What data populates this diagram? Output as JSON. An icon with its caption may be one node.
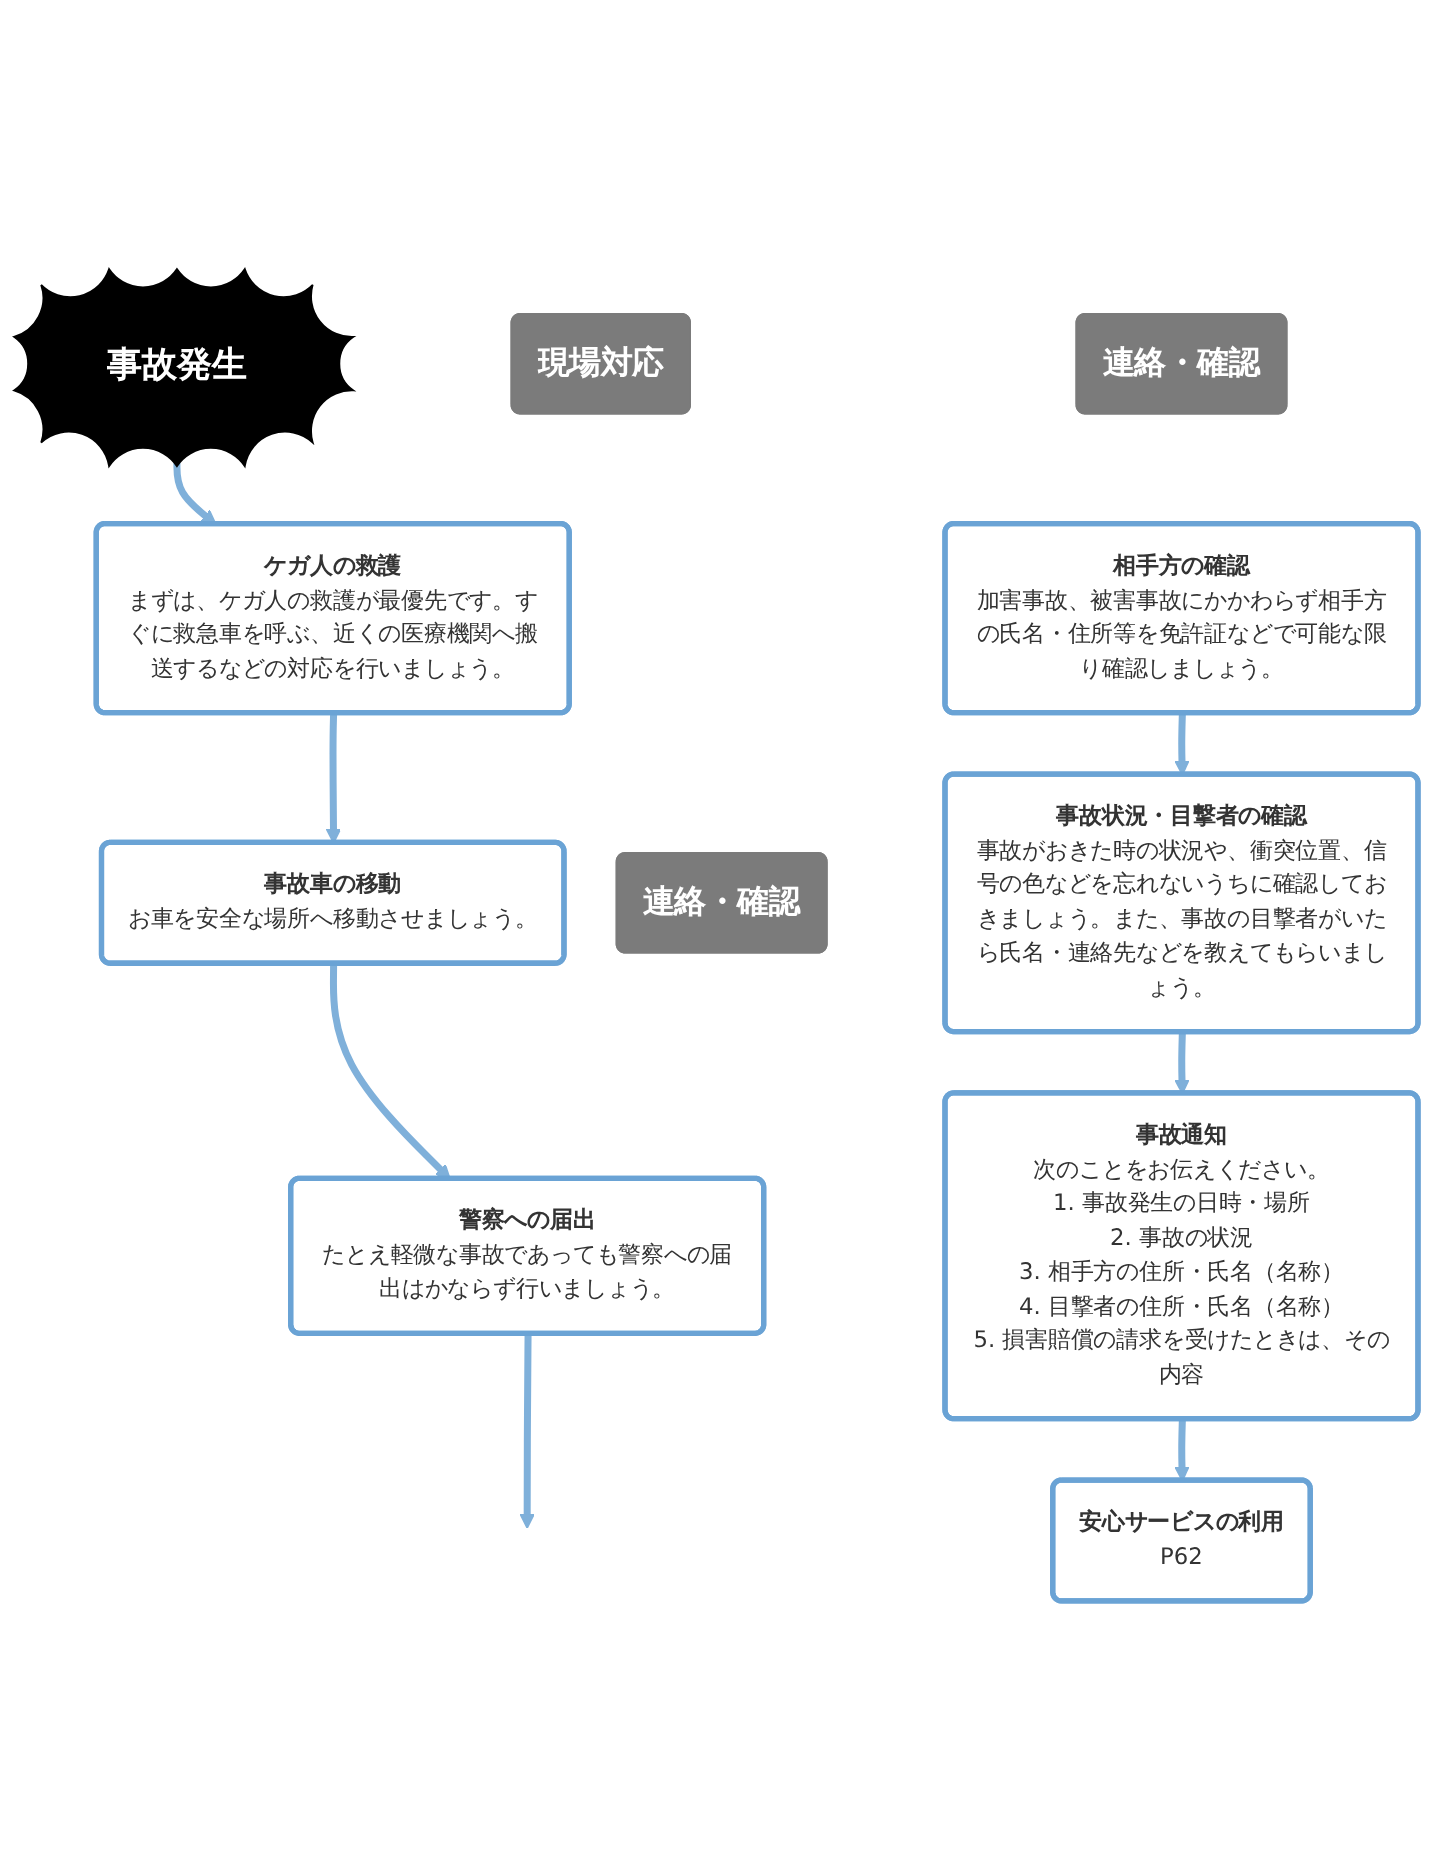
{
  "diagram": {
    "nodes": [
      {
        "text": [
          "事故発生"
        ]
      },
      {
        "text": [
          "現場対応"
        ]
      },
      {
        "text": [
          "ケガ人の救護",
          "まずは、ケガ人の救護が最優先です。すぐに救急車を呼ぶ、近くの医療機関へ搬送するなどの対応を行いましょう。"
        ]
      },
      {
        "text": [
          "事故車の移動",
          "お車を安全な場所へ移動させましょう。"
        ]
      },
      {
        "text": [
          "連絡・確認"
        ]
      },
      {
        "text": [
          "警察への届出",
          "たとえ軽微な事故であっても警察への届出はかならず行いましょう。"
        ]
      },
      {
        "text": [
          "連絡・確認"
        ]
      },
      {
        "text": [
          "相手方の確認",
          "加害事故、被害事故にかかわらず相手方の氏名・住所等を免許証などで可能な限り確認しましょう。"
        ]
      },
      {
        "text": [
          "事故状況・目撃者の確認",
          "事故がおきた時の状況や、衝突位置、信号の色などを忘れないうちに確認しておきましょう。また、事故の目撃者がいたら氏名・連絡先などを教えてもらいましょう。"
        ]
      },
      {
        "text": [
          "事故通知",
          "次のことをお伝えください。",
          "1. 事故発生の日時・場所",
          "2. 事故の状況",
          "3. 相手方の住所・氏名（名称）",
          "4. 目撃者の住所・氏名（名称）",
          "5. 損害賠償の請求を受けたときは、その内容"
        ]
      },
      {
        "text": [
          "安心サービスの利用",
          "P62"
        ]
      }
    ],
    "edges": [
      {
        "from": 0,
        "to": 2,
        "arrow": "to"
      },
      {
        "from": 2,
        "to": 3,
        "arrow": "to"
      },
      {
        "from": 3,
        "to": 5,
        "arrow": "to"
      },
      {
        "from": 5,
        "to": null,
        "arrow": "to"
      },
      {
        "from": 7,
        "to": 8,
        "arrow": "to"
      },
      {
        "from": 8,
        "to": 9,
        "arrow": "to"
      },
      {
        "from": 9,
        "to": 10,
        "arrow": "to"
      }
    ]
  }
}
